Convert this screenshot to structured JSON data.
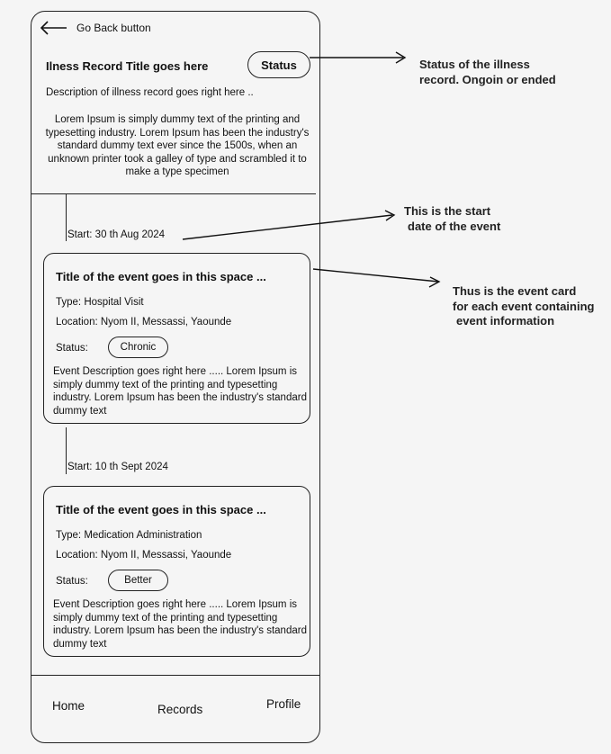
{
  "header": {
    "back_label": "Go Back button"
  },
  "record": {
    "title": "Ilness Record Title goes here",
    "status": "Status",
    "description": "Description of illness record goes right here ..",
    "lorem": "Lorem Ipsum is simply dummy text of the printing and typesetting industry. Lorem Ipsum has been the industry's standard dummy text ever since the 1500s, when an unknown printer took a galley of type and scrambled it to make a type specimen"
  },
  "events": [
    {
      "start": "Start: 30 th Aug 2024",
      "title": "Title of the event goes in this space ...",
      "type": "Type: Hospital Visit",
      "location": "Location:  Nyom II, Messassi, Yaounde",
      "status_label": "Status:",
      "status": "Chronic",
      "description": "Event Description goes right here ..... Lorem Ipsum is simply dummy text of the printing and typesetting industry. Lorem Ipsum has been the industry's standard dummy text"
    },
    {
      "start": "Start: 10 th Sept 2024",
      "title": "Title of the event goes in this space ...",
      "type": "Type: Medication Administration",
      "location": "Location:  Nyom II, Messassi, Yaounde",
      "status_label": "Status:",
      "status": "Better",
      "description": "Event Description goes right here ..... Lorem Ipsum is simply dummy text of the printing and typesetting industry. Lorem Ipsum has been the industry's standard dummy text"
    }
  ],
  "nav": {
    "home": "Home",
    "records": "Records",
    "profile": "Profile"
  },
  "annotations": {
    "status_line1": "Status of the illness",
    "status_line2": "record. Ongoin or ended",
    "start_line1": "This is the start",
    "start_line2": "date of the event",
    "card_line1": "Thus is the event card",
    "card_line2": "for each event containing",
    "card_line3": "event information"
  },
  "icons": {
    "back": "arrow-left-icon"
  }
}
